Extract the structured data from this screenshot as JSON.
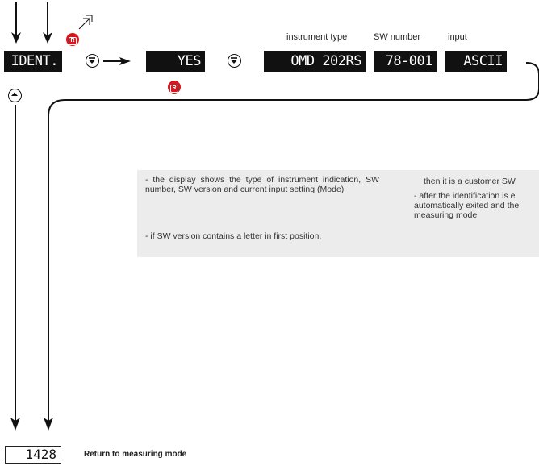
{
  "headers": {
    "instrument_type": "instrument type",
    "sw_number": "SW number",
    "input": "input"
  },
  "displays": {
    "ident": "IDENT.",
    "yes": "YES",
    "instrument": "OMD 202RS",
    "sw": "78-001",
    "input": "ASCII"
  },
  "badge_letter": "R",
  "info": {
    "line1": "- the display shows the type of instrument indication, SW number, SW version and current input setting (Mode)",
    "line2": "- if SW version contains a letter in first position,",
    "line3": "then it is a customer SW",
    "line4": "- after the identification is e automatically exited and the measuring mode"
  },
  "return": {
    "code": "1428",
    "label": "Return to measuring mode"
  },
  "icons": {
    "down_button": "down-circle-icon",
    "up_button": "up-circle-icon",
    "reset_badge": "reset-badge-icon",
    "exit_arrow": "diagonal-arrow-icon"
  },
  "colors": {
    "display_bg": "#111111",
    "badge": "#d9161c",
    "info_bg": "#ececec"
  }
}
